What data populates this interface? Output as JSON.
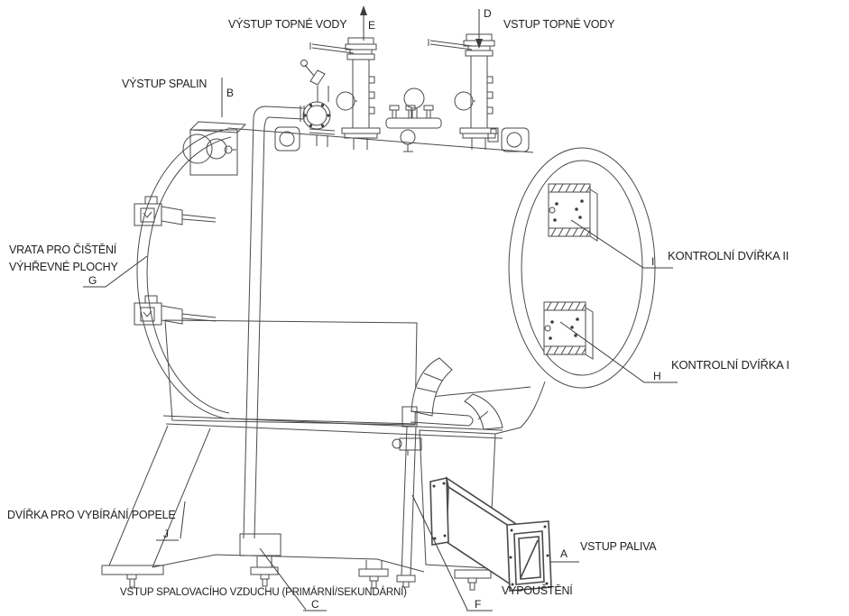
{
  "colors": {
    "background": "#ffffff",
    "line": "#4a4a4a",
    "text": "#1f1f1f"
  },
  "callouts": [
    {
      "id": "fuel-inlet",
      "letter": "A",
      "label": "VSTUP PALIVA"
    },
    {
      "id": "flue-gas-outlet",
      "letter": "B",
      "label": "VÝSTUP SPALIN"
    },
    {
      "id": "combustion-air-inlet",
      "letter": "C",
      "label": "VSTUP SPALOVACÍHO VZDUCHU (PRIMÁRNÍ/SEKUNDÁRNÍ)"
    },
    {
      "id": "heating-water-inlet",
      "letter": "D",
      "label": "VSTUP TOPNÉ VODY"
    },
    {
      "id": "heating-water-outlet",
      "letter": "E",
      "label": "VÝSTUP TOPNÉ VODY"
    },
    {
      "id": "drain",
      "letter": "F",
      "label": "VYPOUŠTĚNÍ"
    },
    {
      "id": "cleaning-door",
      "letter": "G",
      "label_line1": "VRATA PRO ČIŠTĚNÍ",
      "label_line2": "VÝHŘEVNÉ PLOCHY"
    },
    {
      "id": "inspection-door-1",
      "letter": "H",
      "label": "KONTROLNÍ DVÍŘKA I"
    },
    {
      "id": "inspection-door-2",
      "letter": "I",
      "label": "KONTROLNÍ DVÍŘKA II"
    },
    {
      "id": "ash-removal-door",
      "letter": "J",
      "label": "DVÍŘKA PRO VYBÍRÁNÍ POPELE"
    }
  ]
}
